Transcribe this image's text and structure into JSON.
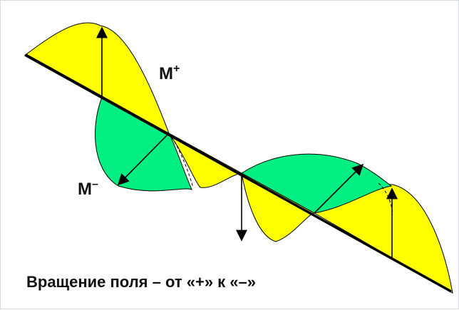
{
  "labels": {
    "m_plus_base": "M",
    "m_plus_sup": "+",
    "m_minus_base": "M",
    "m_minus_sup": "–",
    "caption": "Вращение поля – от «+» к «–»"
  },
  "colors": {
    "yellow_lobe": "#ffff00",
    "green_lobe": "#00ee82",
    "axis": "#000000",
    "border": "#d7dbe0"
  }
}
